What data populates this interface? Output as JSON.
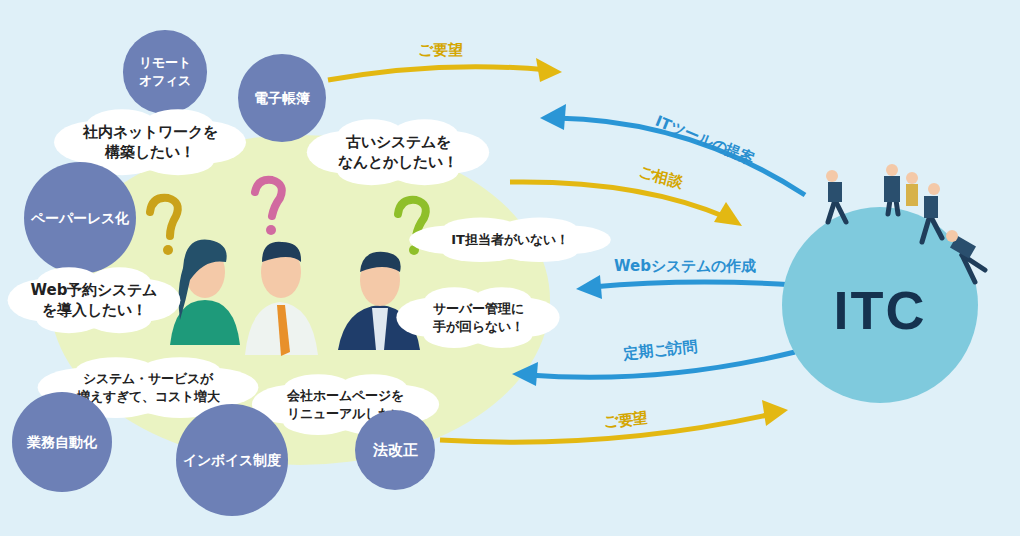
{
  "diagram": {
    "nodes": [
      {
        "text": [
          "リモート オフィス"
        ]
      },
      {
        "text": [
          "電子帳簿"
        ]
      },
      {
        "text": [
          "社内ネットワークを 構築したい！"
        ]
      },
      {
        "text": [
          "古いシステムを なんとかしたい！"
        ]
      },
      {
        "text": [
          "ペーパーレス化"
        ]
      },
      {
        "text": [
          "IT担当者がいない！"
        ]
      },
      {
        "text": [
          "Web予約システム を導入したい！"
        ]
      },
      {
        "text": [
          "サーバー管理に 手が回らない！"
        ]
      },
      {
        "text": [
          "システム・サービスが 増えすぎて、コスト増大"
        ]
      },
      {
        "text": [
          "会社ホームページを リニューアルしたい"
        ]
      },
      {
        "text": [
          "業務自動化"
        ]
      },
      {
        "text": [
          "インボイス制度"
        ]
      },
      {
        "text": [
          "法改正"
        ]
      },
      {
        "text": [
          "ITC"
        ]
      }
    ],
    "labels": [
      "ご要望",
      "ITツールの提案",
      "ご相談",
      "Webシステムの作成",
      "定期ご訪問",
      "ご要望"
    ]
  }
}
